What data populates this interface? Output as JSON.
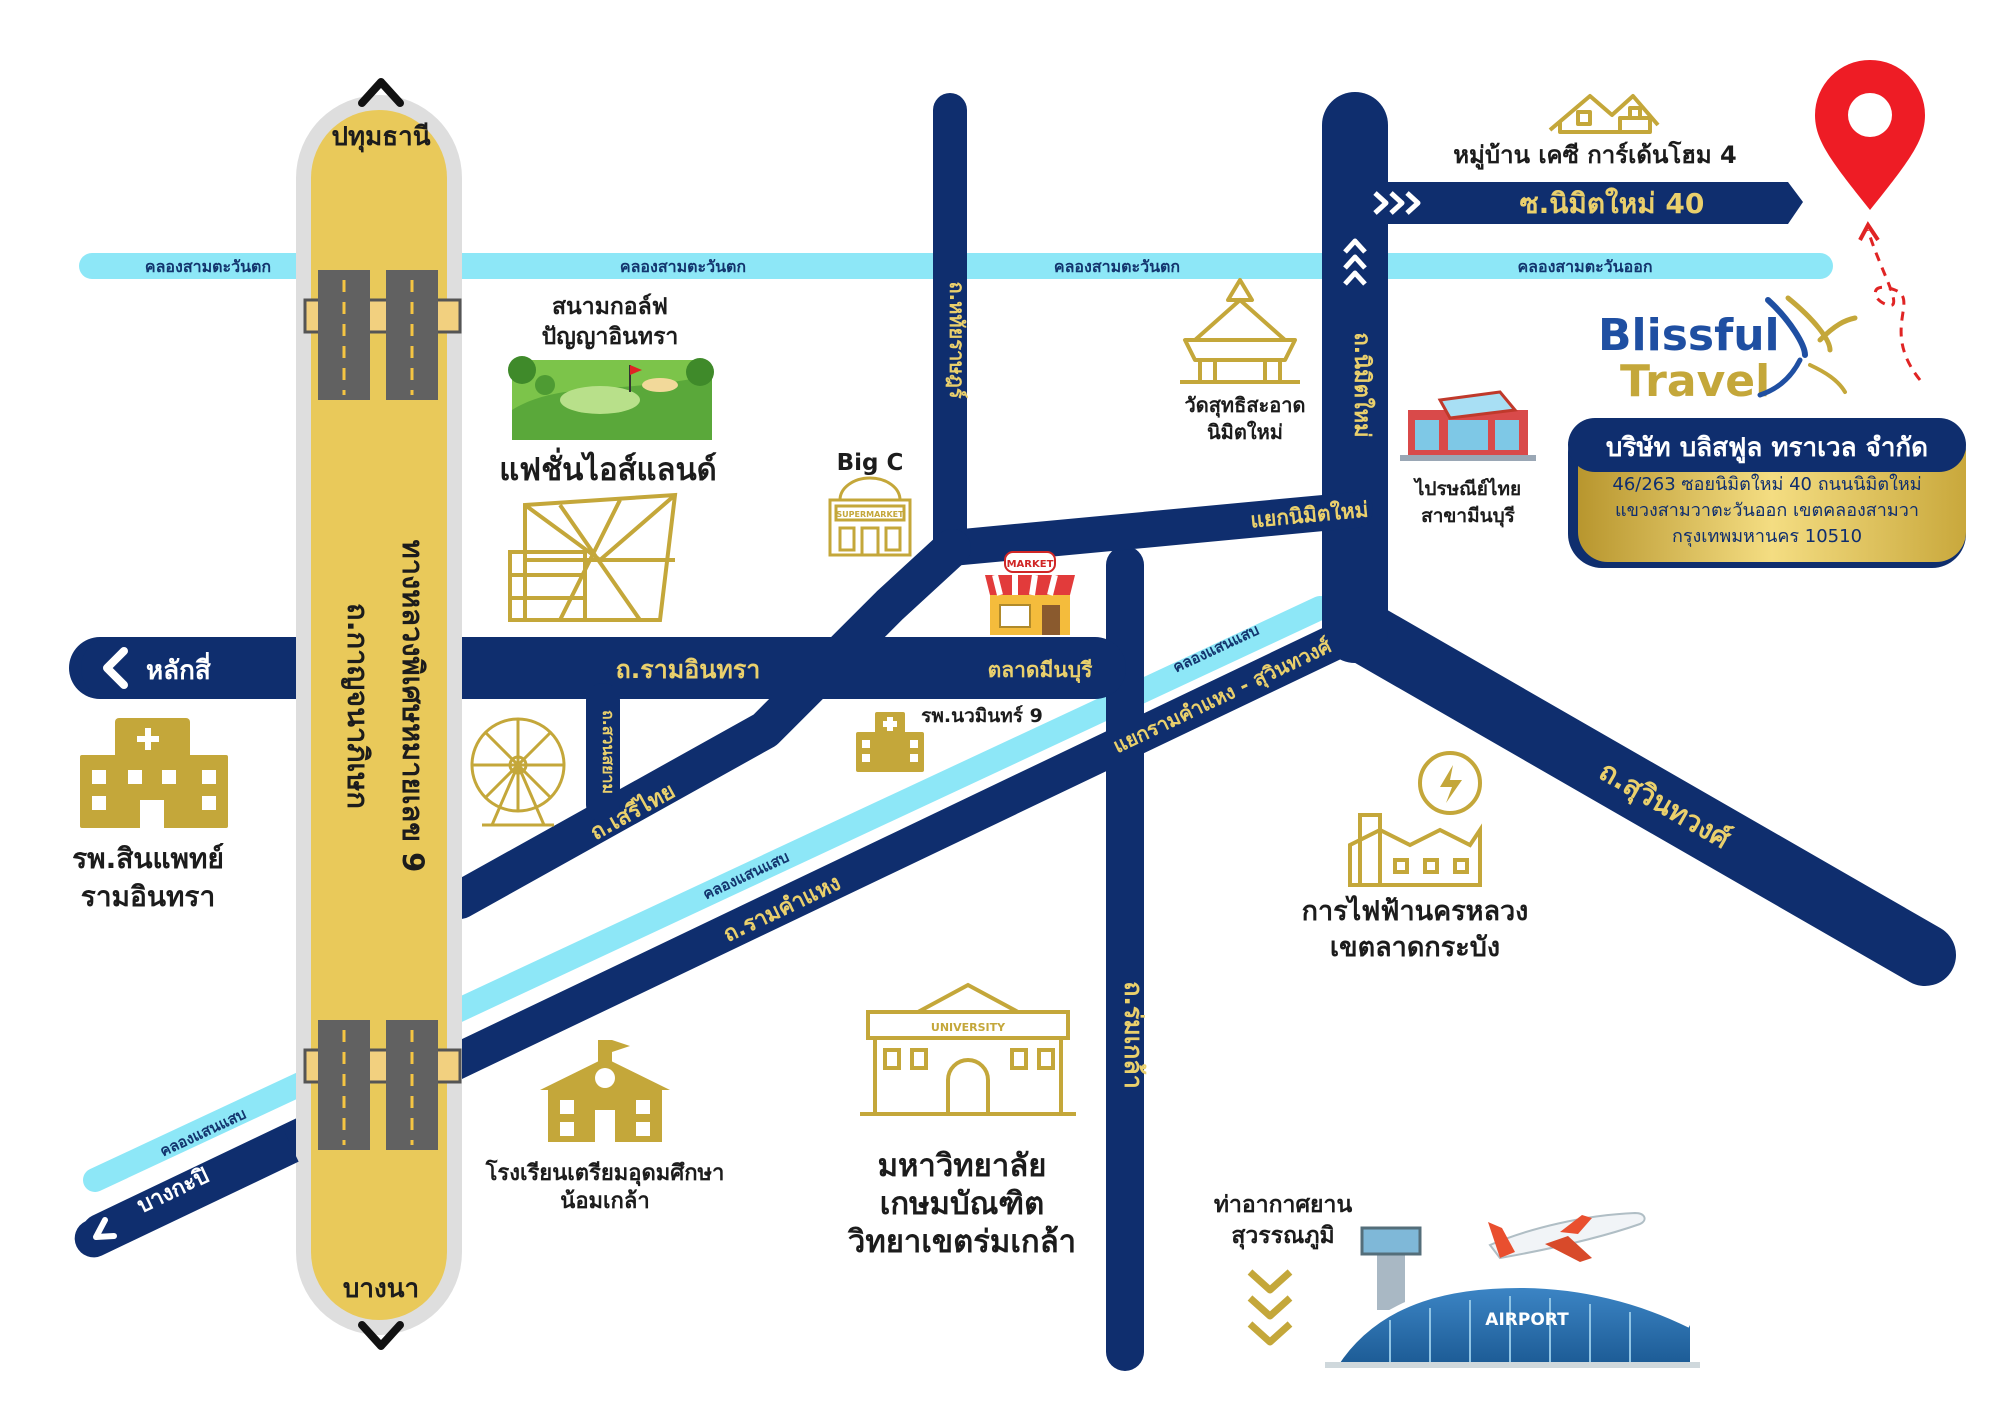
{
  "colors": {
    "navy": "#0f2e6e",
    "canal": "#8de7f7",
    "gold": "#c4a73a",
    "expressway": "#e9c95a",
    "pin": "#ee1c25"
  },
  "roads": {
    "motorway_top": "ปทุมธานี",
    "motorway_bottom": "บางนา",
    "motorway_name_1": "ทางหลวงพิเศษหมายเลข 9",
    "motorway_name_2": "ถ.กาญจนาภิเษก",
    "ram_inthra": "ถ.รามอินทรา",
    "lak_si": "หลักสี่",
    "bang_kapi": "บางกะปิ",
    "soi_nimit_40": "ซ.นิมิตใหม่ 40",
    "nimit_mai": "ถ.นิมิตใหม่",
    "nimit_junction": "แยกนิมิตใหม่",
    "hathairat": "ถ.หทัยราษฎร์",
    "ram_khamhaeng_junction": "แยกรามคำแหง - สุวินทวงศ์",
    "ram_khamhaeng": "ถ.รามคำแหง",
    "suwinthawong": "ถ.สุวินทวงศ์",
    "romklao": "ถ.ร่มเกล้า",
    "serithai": "ถ.เสรีไทย",
    "suan_siam": "ถ.สวนสยาม"
  },
  "canals": {
    "samwa_west_1": "คลองสามตะวันตก",
    "samwa_west_2": "คลองสามตะวันตก",
    "samwa_west_3": "คลองสามตะวันตก",
    "samwa_east": "คลองสามตะวันออก",
    "saen_saep_1": "คลองแสนแสบ",
    "saen_saep_2": "คลองแสนแสบ",
    "saen_saep_3": "คลองแสนแสบ"
  },
  "places": {
    "village": "หมู่บ้าน เคซี การ์เด้นโฮม 4",
    "golf_1": "สนามกอล์ฟ",
    "golf_2": "ปัญญาอินทรา",
    "fashion_island": "แฟชั่นไอส์แลนด์",
    "big_c": "Big C",
    "supermarket_sign": "SUPERMARKET",
    "market_sign": "MARKET",
    "minburi_market": "ตลาดมีนบุรี",
    "nawamin_hospital": "รพ.นวมินทร์ 9",
    "temple_1": "วัดสุทธิสะอาด",
    "temple_2": "นิมิตใหม่",
    "post_1": "ไปรษณีย์ไทย",
    "post_2": "สาขามีนบุรี",
    "sinpat_1": "รพ.สินแพทย์",
    "sinpat_2": "รามอินทรา",
    "mea_1": "การไฟฟ้านครหลวง",
    "mea_2": "เขตลาดกระบัง",
    "school_1": "โรงเรียนเตรียมอุดมศึกษา",
    "school_2": "น้อมเกล้า",
    "uni_1": "มหาวิทยาลัย",
    "uni_2": "เกษมบัณฑิต",
    "uni_3": "วิทยาเขตร่มเกล้า",
    "uni_sign": "UNIVERSITY",
    "airport_1": "ท่าอากาศยาน",
    "airport_2": "สุวรรณภูมิ",
    "airport_sign": "AIRPORT"
  },
  "logo": {
    "line1": "Blissful",
    "line2": "Travel"
  },
  "company": {
    "name": "บริษัท บลิสฟูล ทราเวล จำกัด",
    "address_1": "46/263 ซอยนิมิตใหม่ 40 ถนนนิมิตใหม่",
    "address_2": "แขวงสามวาตะวันออก เขตคลองสามวา",
    "address_3": "กรุงเทพมหานคร 10510"
  }
}
